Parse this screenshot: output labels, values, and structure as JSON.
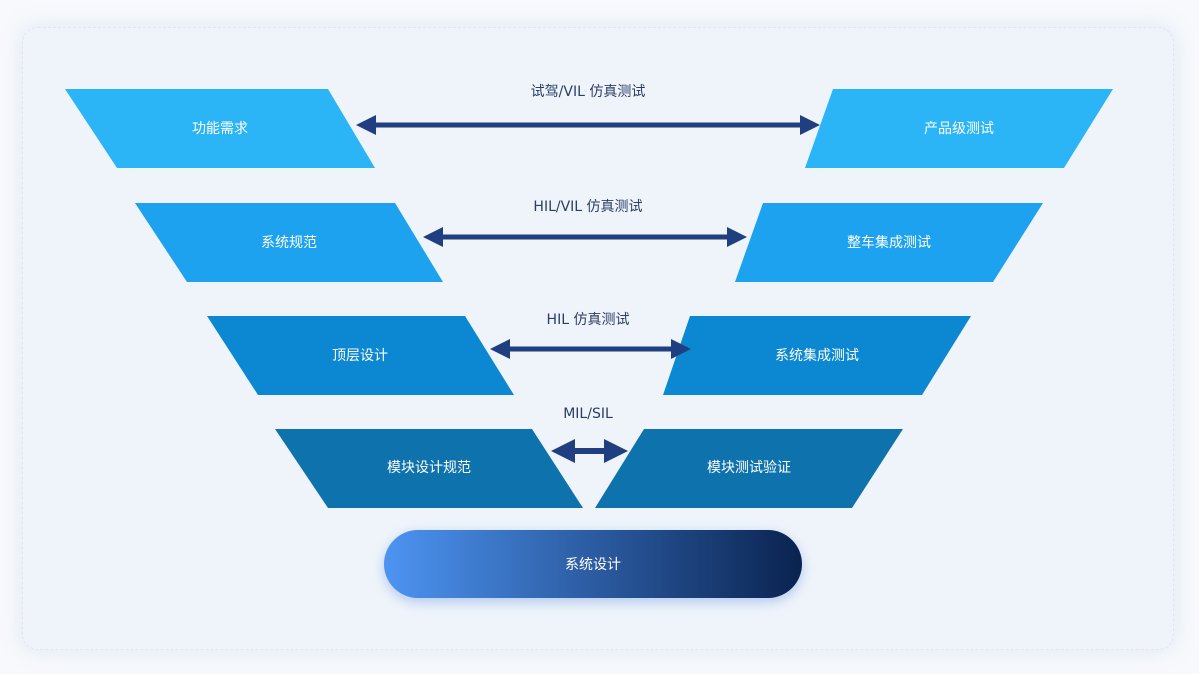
{
  "colors": {
    "level1": "#2bb5f6",
    "level2": "#1ca2ef",
    "level3": "#0c88d2",
    "level4": "#0e72ad",
    "arrow": "#1f3f80",
    "pill_start": "#4d94f2",
    "pill_end": "#0a2350"
  },
  "levels": [
    {
      "left": "功能需求",
      "right": "产品级测试",
      "link": "试驾/VIL 仿真测试"
    },
    {
      "left": "系统规范",
      "right": "整车集成测试",
      "link": "HIL/VIL 仿真测试"
    },
    {
      "left": "顶层设计",
      "right": "系统集成测试",
      "link": "HIL 仿真测试"
    },
    {
      "left": "模块设计规范",
      "right": "模块测试验证",
      "link": "MIL/SIL"
    }
  ],
  "base": {
    "label": "系统设计"
  }
}
